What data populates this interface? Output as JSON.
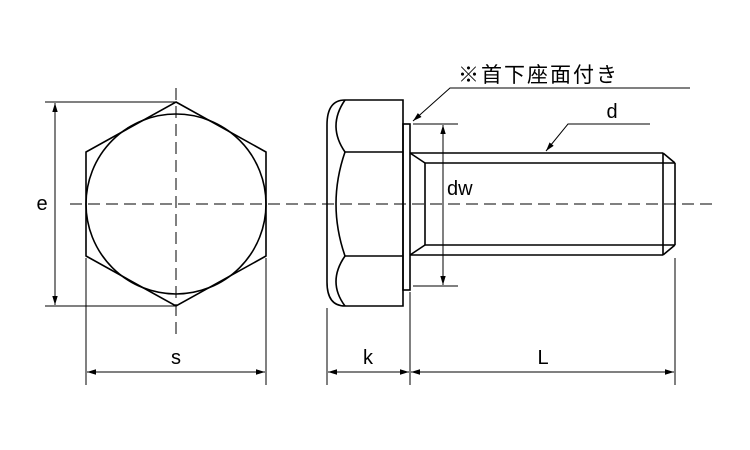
{
  "labels": {
    "e": "e",
    "s": "s",
    "k": "k",
    "L": "L",
    "dw": "dw",
    "d": "d",
    "note": "※首下座面付き"
  }
}
